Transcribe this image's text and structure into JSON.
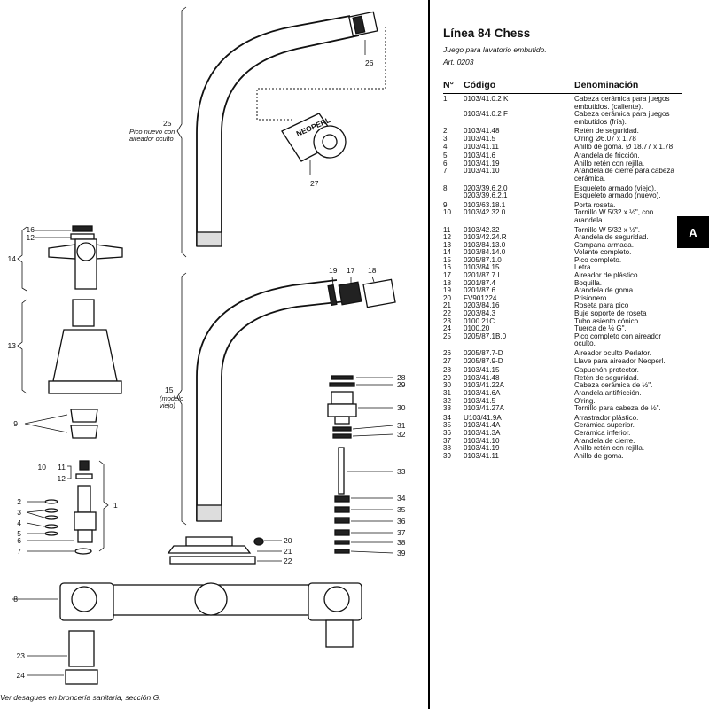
{
  "document": {
    "title": "Línea 84 Chess",
    "subtitle": "Juego para lavatorio embutido.",
    "article": "Art. 0203",
    "side_tab": "A",
    "bottom_note": "Ver desagues en broncería sanitaria, sección G."
  },
  "table": {
    "headers": {
      "number": "N°",
      "code": "Código",
      "name": "Denominación"
    },
    "rows": [
      {
        "n": "1",
        "code": "0103/41.0.2 K",
        "name": "Cabeza cerámica para juegos embutidos. (caliente)."
      },
      {
        "n": "",
        "code": "0103/41.0.2 F",
        "name": "Cabeza cerámica para juegos embutidos (fría)."
      },
      {
        "n": "2",
        "code": "0103/41.48",
        "name": "Retén de seguridad."
      },
      {
        "n": "3",
        "code": "0103/41.5",
        "name": "O'ring Ø6.07 x 1.78"
      },
      {
        "n": "4",
        "code": "0103/41.11",
        "name": "Anillo de goma. Ø 18.77 x 1.78"
      },
      {
        "n": "5",
        "code": "0103/41.6",
        "name": "Arandela de fricción."
      },
      {
        "n": "6",
        "code": "0103/41.19",
        "name": "Anillo retén con rejilla."
      },
      {
        "n": "7",
        "code": "0103/41.10",
        "name": "Arandela de cierre para cabeza cerámica."
      },
      {
        "n": "8",
        "code": "0203/39.6.2.0",
        "name": "Esqueleto armado (viejo)."
      },
      {
        "n": "",
        "code": "0203/39.6.2.1",
        "name": "Esqueleto armado (nuevo)."
      },
      {
        "n": "9",
        "code": "0103/63.18.1",
        "name": "Porta roseta."
      },
      {
        "n": "10",
        "code": "0103/42.32.0",
        "name": "Tornillo W 5/32 x ½\", con arandela."
      },
      {
        "n": "11",
        "code": "0103/42.32",
        "name": "Tornillo W 5/32 x ½\"."
      },
      {
        "n": "12",
        "code": "0103/42.24.R",
        "name": "Arandela de seguridad."
      },
      {
        "n": "13",
        "code": "0103/84.13.0",
        "name": "Campana armada."
      },
      {
        "n": "14",
        "code": "0103/84.14.0",
        "name": "Volante completo."
      },
      {
        "n": "15",
        "code": "0205/87.1.0",
        "name": "Pico completo."
      },
      {
        "n": "16",
        "code": "0103/84.15",
        "name": "Letra."
      },
      {
        "n": "17",
        "code": "0201/87.7 I",
        "name": "Aireador de plástico"
      },
      {
        "n": "18",
        "code": "0201/87.4",
        "name": "Boquilla."
      },
      {
        "n": "19",
        "code": "0201/87.6",
        "name": "Arandela de goma."
      },
      {
        "n": "20",
        "code": "FV901224",
        "name": "Prisionero"
      },
      {
        "n": "21",
        "code": "0203/84.16",
        "name": "Roseta para pico"
      },
      {
        "n": "22",
        "code": "0203/84.3",
        "name": "Buje soporte de roseta"
      },
      {
        "n": "23",
        "code": "0100.21C",
        "name": "Tubo asiento cónico."
      },
      {
        "n": "24",
        "code": "0100.20",
        "name": "Tuerca de ½ G\"."
      },
      {
        "n": "25",
        "code": "0205/87.1B.0",
        "name": "Pico completo con aireador oculto."
      },
      {
        "n": "26",
        "code": "0205/87.7-D",
        "name": "Aireador oculto Perlator."
      },
      {
        "n": "27",
        "code": "0205/87.9-D",
        "name": "Llave para aireador Neoperl."
      },
      {
        "n": "28",
        "code": "0103/41.15",
        "name": "Capuchón protector."
      },
      {
        "n": "29",
        "code": "0103/41.48",
        "name": "Retén de seguridad."
      },
      {
        "n": "30",
        "code": "0103/41.22A",
        "name": "Cabeza cerámica de ½\"."
      },
      {
        "n": "31",
        "code": "0103/41.6A",
        "name": "Arandela antifricción."
      },
      {
        "n": "32",
        "code": "0103/41.5",
        "name": "O'ring."
      },
      {
        "n": "33",
        "code": "0103/41.27A",
        "name": "Tornillo para cabeza de ½\"."
      },
      {
        "n": "34",
        "code": "U103/41.9A",
        "name": "Arrastrador plástico."
      },
      {
        "n": "35",
        "code": "0103/41.4A",
        "name": "Cerámica superior."
      },
      {
        "n": "36",
        "code": "0103/41.3A",
        "name": "Cerámica inferior."
      },
      {
        "n": "37",
        "code": "0103/41.10",
        "name": "Arandela de cierre."
      },
      {
        "n": "38",
        "code": "0103/41.19",
        "name": "Anillo retén con rejilla."
      },
      {
        "n": "39",
        "code": "0103/41.11",
        "name": "Anillo de goma."
      }
    ]
  },
  "diagram": {
    "labels": {
      "l1": "1",
      "l2": "2",
      "l3": "3",
      "l4": "4",
      "l5": "5",
      "l6": "6",
      "l7": "7",
      "l8": "8",
      "l9": "9",
      "l10": "10",
      "l11": "11",
      "l12a": "12",
      "l12b": "12",
      "l13": "13",
      "l14": "14",
      "l15": "15",
      "l16": "16",
      "l17": "17",
      "l18": "18",
      "l19": "19",
      "l20": "20",
      "l21": "21",
      "l22": "22",
      "l23": "23",
      "l24": "24",
      "l25": "25",
      "l26": "26",
      "l27": "27",
      "l28": "28",
      "l29": "29",
      "l30": "30",
      "l31": "31",
      "l32": "32",
      "l33": "33",
      "l34": "34",
      "l35": "35",
      "l36": "36",
      "l37": "37",
      "l38": "38",
      "l39": "39"
    },
    "note_25_a": "Pico nuevo con",
    "note_25_b": "aireador oculto",
    "note_15_a": "(modelo",
    "note_15_b": "viejo)",
    "key_text": "NEOPERL"
  }
}
